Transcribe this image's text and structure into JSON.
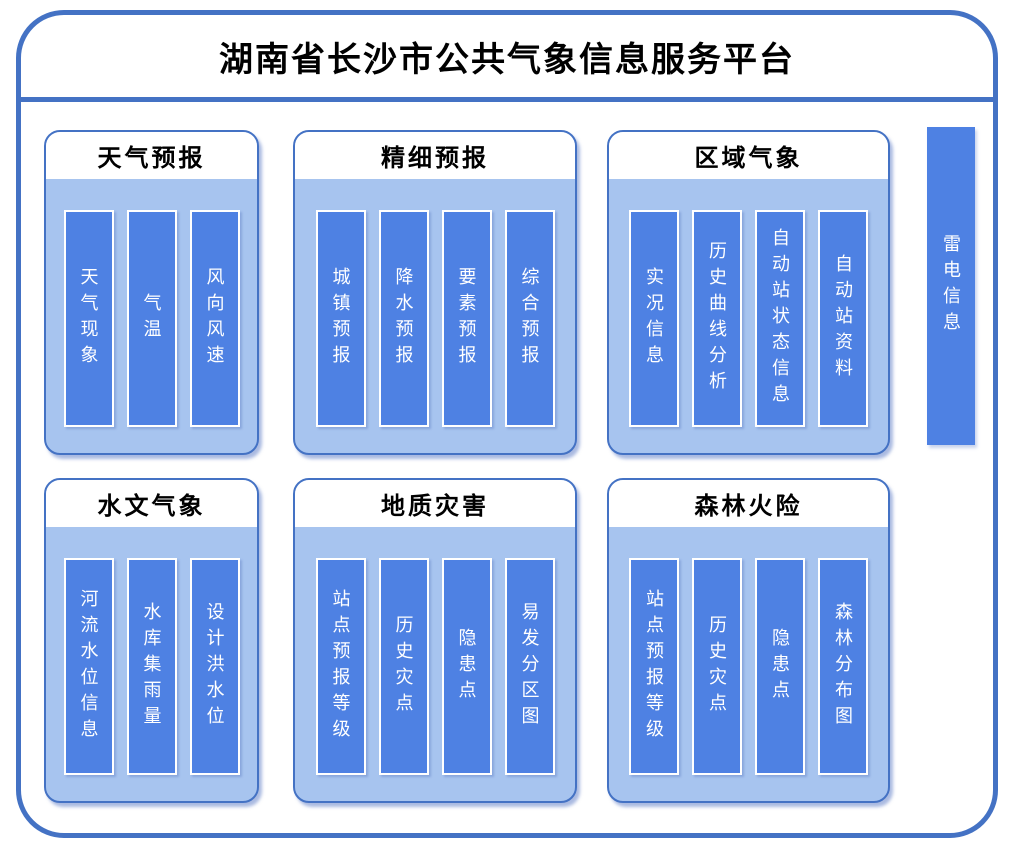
{
  "title": "湖南省长沙市公共气象信息服务平台",
  "colors": {
    "frame": "#4472c4",
    "panel": "#a7c4ef",
    "bar": "#4e81e3",
    "bar-text": "#ffffff",
    "title-text": "#000000"
  },
  "groups": [
    {
      "id": "weather-forecast",
      "row": 0,
      "col": 0,
      "title": "天气预报",
      "items": [
        "天气现象",
        "气温",
        "风向风速"
      ]
    },
    {
      "id": "fine-forecast",
      "row": 0,
      "col": 1,
      "title": "精细预报",
      "items": [
        "城镇预报",
        "降水预报",
        "要素预报",
        "综合预报"
      ]
    },
    {
      "id": "regional-meteorology",
      "row": 0,
      "col": 2,
      "title": "区域气象",
      "items": [
        "实况信息",
        "历史曲线分析",
        "自动站状态信息",
        "自动站资料"
      ]
    },
    {
      "id": "hydrological-meteorology",
      "row": 1,
      "col": 0,
      "title": "水文气象",
      "items": [
        "河流水位信息",
        "水库集雨量",
        "设计洪水位"
      ]
    },
    {
      "id": "geological-disaster",
      "row": 1,
      "col": 1,
      "title": "地质灾害",
      "items": [
        "站点预报等级",
        "历史灾点",
        "隐患点",
        "易发分区图"
      ]
    },
    {
      "id": "forest-fire-risk",
      "row": 1,
      "col": 2,
      "title": "森林火险",
      "items": [
        "站点预报等级",
        "历史灾点",
        "隐患点",
        "森林分布图"
      ]
    }
  ],
  "side_item": {
    "label": "雷电信息"
  }
}
